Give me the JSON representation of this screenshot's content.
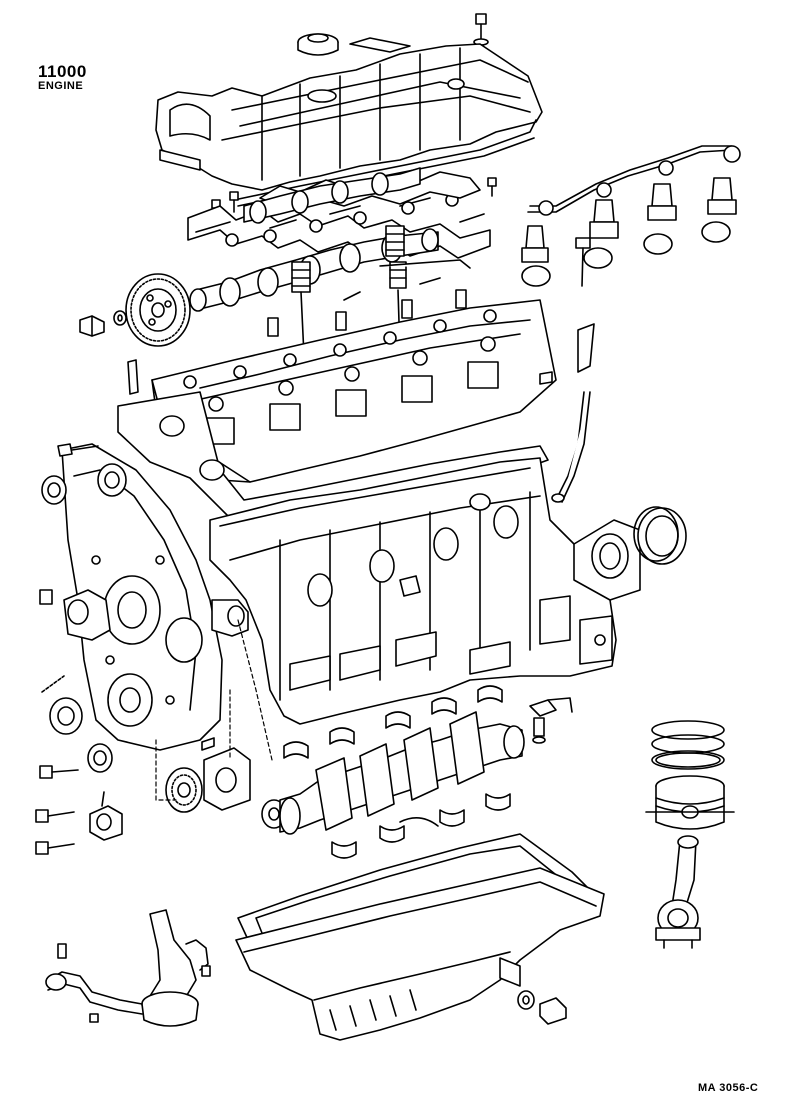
{
  "header": {
    "code": "11000",
    "subtitle": "ENGINE"
  },
  "footer": {
    "ref": "MA  3056-C"
  },
  "colors": {
    "ink": "#000000",
    "paper": "#ffffff"
  },
  "parts": [
    "oil-filler-cap-icon",
    "cylinder-head-cover-icon",
    "head-cover-gasket-icon",
    "camshaft-icon",
    "camshaft-bearing-cap-icon",
    "camshaft-timing-pulley-icon",
    "valve-assembly-icon",
    "cylinder-head-icon",
    "cylinder-head-gasket-icon",
    "injection-nozzle-icon",
    "injection-pipe-icon",
    "cylinder-block-icon",
    "timing-case-icon",
    "water-pump-icon",
    "oil-seal-icon",
    "rear-oil-seal-retainer-icon",
    "crankshaft-icon",
    "crankshaft-bearing-icon",
    "crankshaft-pulley-gear-icon",
    "piston-ring-icon",
    "piston-icon",
    "connecting-rod-icon",
    "oil-pan-gasket-icon",
    "oil-pan-icon",
    "oil-strainer-icon",
    "drain-plug-icon",
    "bolt-icon",
    "dipstick-guide-icon"
  ]
}
